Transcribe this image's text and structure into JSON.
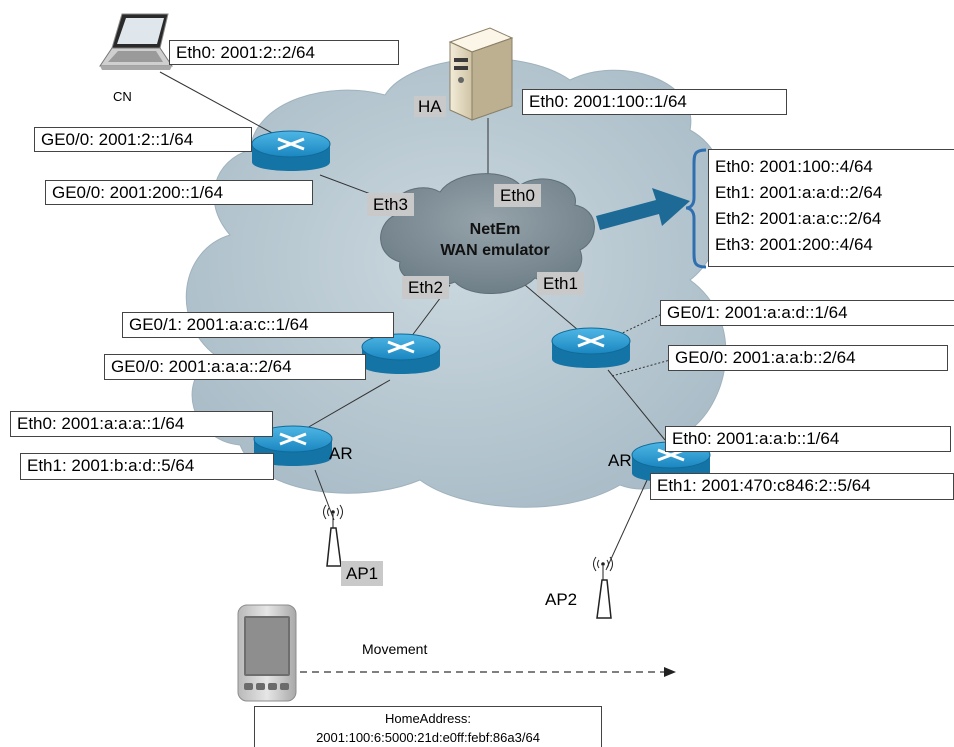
{
  "cn": {
    "device_label": "CN",
    "eth0": "Eth0: 2001:2::2/64"
  },
  "ha": {
    "label": "HA",
    "eth0": "Eth0: 2001:100::1/64"
  },
  "router_top_left": {
    "ge00_upper": "GE0/0: 2001:2::1/64",
    "ge00_lower": "GE0/0: 2001:200::1/64"
  },
  "netem": {
    "title_line1": "NetEm",
    "title_line2": "WAN emulator",
    "port_eth0": "Eth0",
    "port_eth1": "Eth1",
    "port_eth2": "Eth2",
    "port_eth3": "Eth3",
    "interfaces": [
      "Eth0: 2001:100::4/64",
      "Eth1: 2001:a:a:d::2/64",
      "Eth2: 2001:a:a:c::2/64",
      "Eth3: 2001:200::4/64"
    ]
  },
  "router_mid_left": {
    "ge01": "GE0/1: 2001:a:a:c::1/64",
    "ge00": "GE0/0: 2001:a:a:a::2/64"
  },
  "router_mid_right": {
    "ge01": "GE0/1: 2001:a:a:d::1/64",
    "ge00": "GE0/0: 2001:a:a:b::2/64"
  },
  "ar_left": {
    "label": "AR",
    "eth0": "Eth0: 2001:a:a:a::1/64",
    "eth1": "Eth1: 2001:b:a:d::5/64"
  },
  "ar_right": {
    "label": "AR",
    "eth0": "Eth0: 2001:a:a:b::1/64",
    "eth1": "Eth1: 2001:470:c846:2::5/64"
  },
  "ap1": {
    "label": "AP1"
  },
  "ap2": {
    "label": "AP2"
  },
  "mobile": {
    "movement_label": "Movement",
    "home_address_title": "HomeAddress:",
    "home_address_value": "2001:100:6:5000:21d:e0ff:febf:86a3/64"
  },
  "colors": {
    "cloud_fill": "#b9c9d2",
    "netem_cloud_fill": "#7f8f98",
    "router_blue": "#1f8fc6",
    "arrow_blue": "#1d6a96",
    "bracket_blue": "#2f6fb0"
  }
}
